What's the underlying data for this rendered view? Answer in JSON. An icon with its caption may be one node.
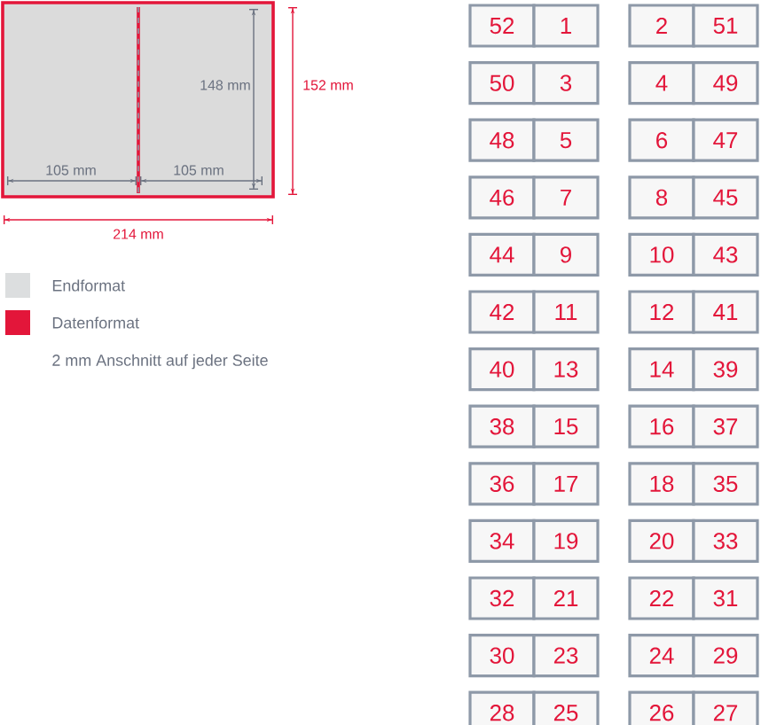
{
  "diagram": {
    "nodes": [
      {
        "text": [
          "52"
        ]
      },
      {
        "text": [
          "1"
        ]
      },
      {
        "text": [
          "2"
        ]
      },
      {
        "text": [
          "51"
        ]
      },
      {
        "text": [
          "50"
        ]
      },
      {
        "text": [
          "3"
        ]
      },
      {
        "text": [
          "4"
        ]
      },
      {
        "text": [
          "49"
        ]
      },
      {
        "text": [
          "48"
        ]
      },
      {
        "text": [
          "5"
        ]
      },
      {
        "text": [
          "6"
        ]
      },
      {
        "text": [
          "47"
        ]
      },
      {
        "text": [
          "46"
        ]
      },
      {
        "text": [
          "7"
        ]
      },
      {
        "text": [
          "8"
        ]
      },
      {
        "text": [
          "45"
        ]
      },
      {
        "text": [
          "44"
        ]
      },
      {
        "text": [
          "9"
        ]
      },
      {
        "text": [
          "10"
        ]
      },
      {
        "text": [
          "43"
        ]
      },
      {
        "text": [
          "42"
        ]
      },
      {
        "text": [
          "11"
        ]
      },
      {
        "text": [
          "12"
        ]
      },
      {
        "text": [
          "41"
        ]
      },
      {
        "text": [
          "40"
        ]
      },
      {
        "text": [
          "13"
        ]
      },
      {
        "text": [
          "14"
        ]
      },
      {
        "text": [
          "39"
        ]
      },
      {
        "text": [
          "38"
        ]
      },
      {
        "text": [
          "15"
        ]
      },
      {
        "text": [
          "16"
        ]
      },
      {
        "text": [
          "37"
        ]
      },
      {
        "text": [
          "36"
        ]
      },
      {
        "text": [
          "17"
        ]
      },
      {
        "text": [
          "18"
        ]
      },
      {
        "text": [
          "35"
        ]
      },
      {
        "text": [
          "34"
        ]
      },
      {
        "text": [
          "19"
        ]
      },
      {
        "text": [
          "20"
        ]
      },
      {
        "text": [
          "33"
        ]
      },
      {
        "text": [
          "32"
        ]
      },
      {
        "text": [
          "21"
        ]
      },
      {
        "text": [
          "22"
        ]
      },
      {
        "text": [
          "31"
        ]
      },
      {
        "text": [
          "30"
        ]
      },
      {
        "text": [
          "23"
        ]
      },
      {
        "text": [
          "24"
        ]
      },
      {
        "text": [
          "29"
        ]
      },
      {
        "text": [
          "28"
        ]
      },
      {
        "text": [
          "25"
        ]
      },
      {
        "text": [
          "26"
        ]
      },
      {
        "text": [
          "27"
        ]
      }
    ],
    "labels": [
      "148 mm",
      "152 mm",
      "105 mm",
      "105 mm",
      "214 mm",
      "2 mm Anschnitt auf jeder Seite"
    ],
    "legend": [
      {
        "text": "Endformat",
        "color": "#dcdedf"
      },
      {
        "text": "Datenformat",
        "color": "#e3163a"
      }
    ]
  }
}
